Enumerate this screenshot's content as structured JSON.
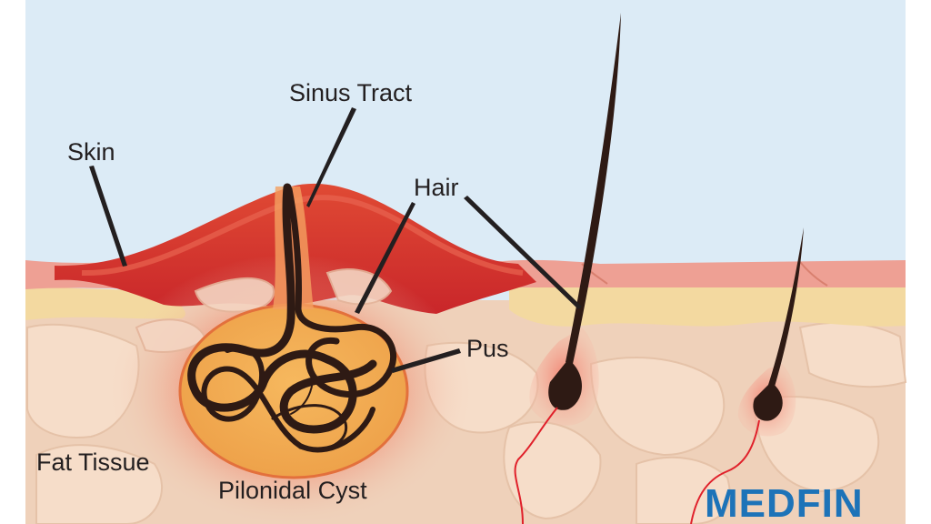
{
  "labels": {
    "sinus_tract": "Sinus Tract",
    "skin": "Skin",
    "hair": "Hair",
    "pus": "Pus",
    "fat_tissue": "Fat Tissue",
    "pilonidal_cyst": "Pilonidal Cyst"
  },
  "logo": {
    "text": "MEDFIN"
  },
  "colors": {
    "sky": "#dcebf6",
    "skin_pink": "#eea094",
    "skin_inflamed": "#d9342b",
    "fat_yellow": "#f3d9a0",
    "tissue": "#f0d2bc",
    "cyst_orange": "#f2ad52",
    "hair": "#2e1a14",
    "vessel": "#e0202a",
    "brand_blue": "#1d73b8"
  }
}
